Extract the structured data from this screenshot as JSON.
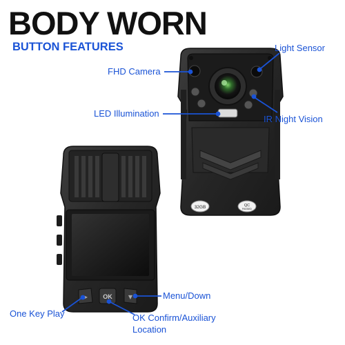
{
  "title": "BODY WORN",
  "subtitle": "BUTTON FEATURES",
  "labels": {
    "light_sensor": "Light Sensor",
    "fhd_camera": "FHD Camera",
    "led_illumination": "LED Illumination",
    "ir_night_vision": "IR Night Vision",
    "menu_down": "Menu/Down",
    "one_key_play": "One Key Play",
    "ok_confirm_line1": "OK Confirm/Auxiliary",
    "ok_confirm_line2": "Location"
  },
  "device_text": {
    "storage": "32GB",
    "qc": "QC",
    "qc_sub": "PASSED",
    "ok_button": "OK"
  },
  "colors": {
    "accent": "#1a53d6",
    "title": "#111111",
    "device_body": "#2b2b2b"
  }
}
